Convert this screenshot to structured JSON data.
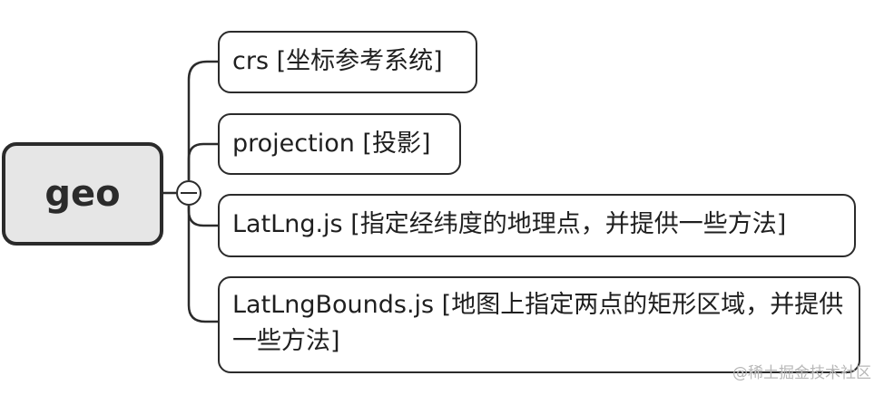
{
  "root": {
    "label": "geo"
  },
  "children": [
    {
      "label": "crs [坐标参考系统]"
    },
    {
      "label": "projection [投影]"
    },
    {
      "label": "LatLng.js [指定经纬度的地理点，并提供一些方法]"
    },
    {
      "label": "LatLngBounds.js [地图上指定两点的矩形区域，并提供一些方法]"
    }
  ],
  "watermark": "@稀土掘金技术社区",
  "colors": {
    "line": "#2b2b2b",
    "root_fill": "#e6e6e6"
  }
}
